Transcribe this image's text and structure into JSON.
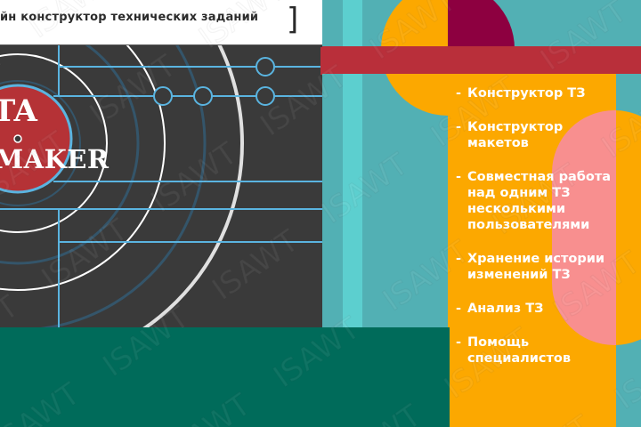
{
  "header": {
    "title": "йн конструктор технических заданий",
    "bracket": "]"
  },
  "logo": {
    "line1": "TA",
    "line2": "MAKER"
  },
  "features": {
    "dash": "-",
    "items": [
      {
        "label": "Конструктор ТЗ"
      },
      {
        "label": "Конструктор\nмакетов"
      },
      {
        "label": "Совместная работа\nнад одним ТЗ\nнесколькими\nпользователями"
      },
      {
        "label": "Хранение истории\nизменений ТЗ"
      },
      {
        "label": "Анализ ТЗ"
      },
      {
        "label": "Помощь\nспециалистов"
      }
    ]
  },
  "watermark": {
    "text": "ISAWT"
  },
  "colors": {
    "dark_panel": "#3a3a3a",
    "bottom_green": "#006b5a",
    "teal": "#52b0b4",
    "teal_light": "#5ccfcf",
    "red": "#b92f3a",
    "orange": "#fca800",
    "maroon": "#8d0040",
    "pink": "#f88f8f",
    "line_blue": "#5ab4e0",
    "logo_red": "#b53236"
  }
}
